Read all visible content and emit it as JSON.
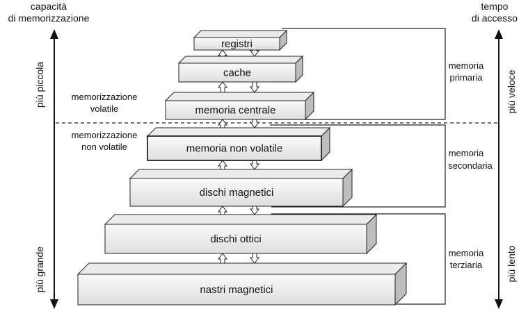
{
  "left_axis": {
    "title_line1": "capacità",
    "title_line2": "di memorizzazione",
    "top_label": "più piccola",
    "bottom_label": "più grande"
  },
  "right_axis": {
    "title_line1": "tempo",
    "title_line2": "di accesso",
    "top_label": "più veloce",
    "bottom_label": "più lento"
  },
  "levels": [
    {
      "label": "registri"
    },
    {
      "label": "cache"
    },
    {
      "label": "memoria centrale"
    },
    {
      "label": "memoria non volatile"
    },
    {
      "label": "dischi magnetici"
    },
    {
      "label": "dischi ottici"
    },
    {
      "label": "nastri magnetici"
    }
  ],
  "volatility": {
    "volatile_line1": "memorizzazione",
    "volatile_line2": "volatile",
    "nonvolatile_line1": "memorizzazione",
    "nonvolatile_line2": "non volatile"
  },
  "groups": {
    "primary_line1": "memoria",
    "primary_line2": "primaria",
    "secondary_line1": "memoria",
    "secondary_line2": "secondaria",
    "tertiary_line1": "memoria",
    "tertiary_line2": "terziaria"
  },
  "colors": {
    "stroke": "#222222",
    "box_fill_light": "#fafafa",
    "box_fill_dark": "#dcdcdc",
    "box_side": "#bdbdbd",
    "box_top": "#ececec"
  }
}
